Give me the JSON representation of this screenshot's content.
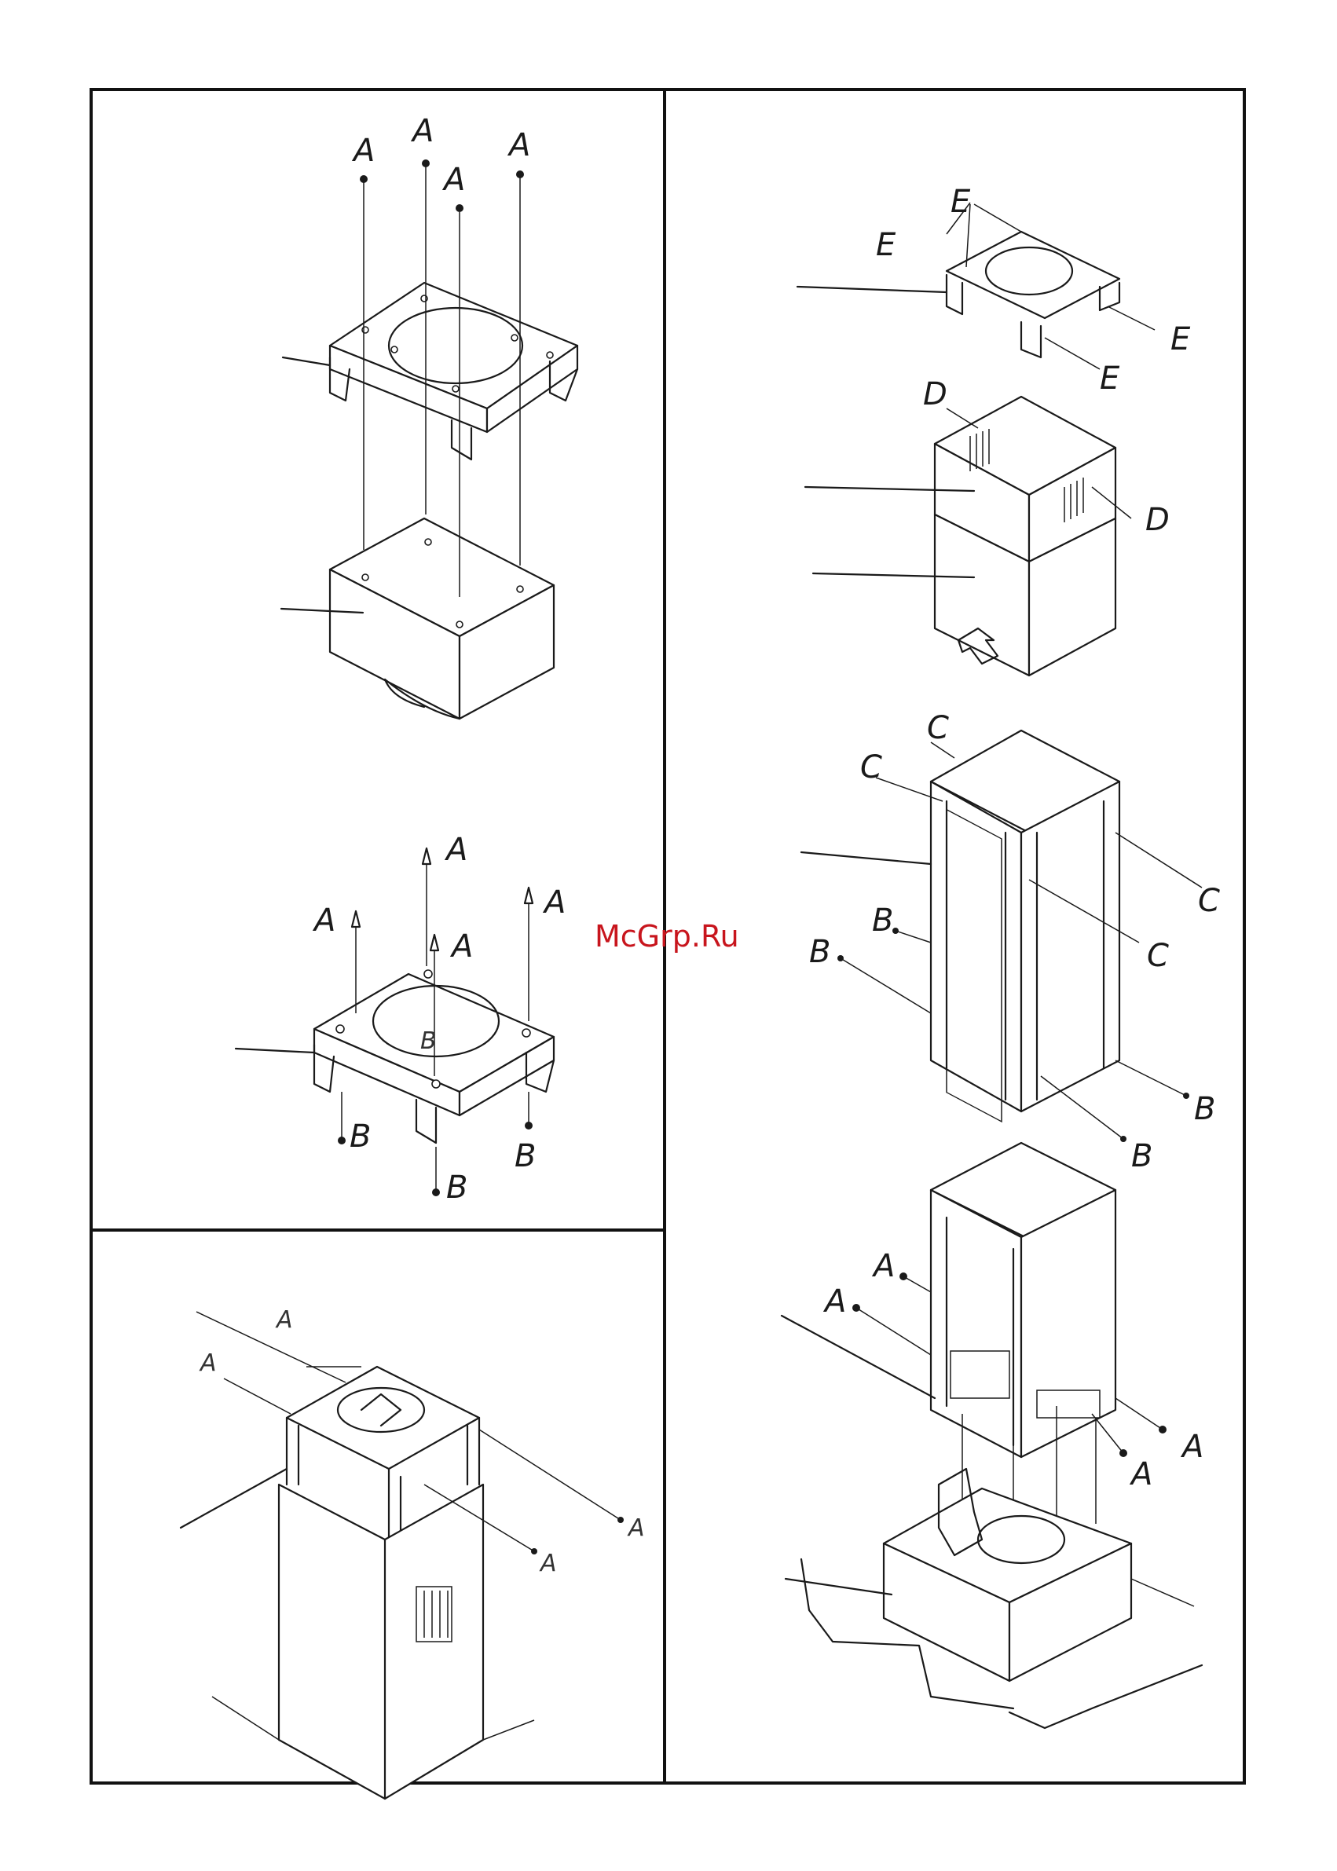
{
  "watermark": "McGrp.Ru",
  "labels": {
    "A": "A",
    "B": "B",
    "C": "C",
    "D": "D",
    "E": "E"
  },
  "colors": {
    "line": "#1a1a1a",
    "watermark": "#c8151d",
    "background": "#ffffff"
  }
}
